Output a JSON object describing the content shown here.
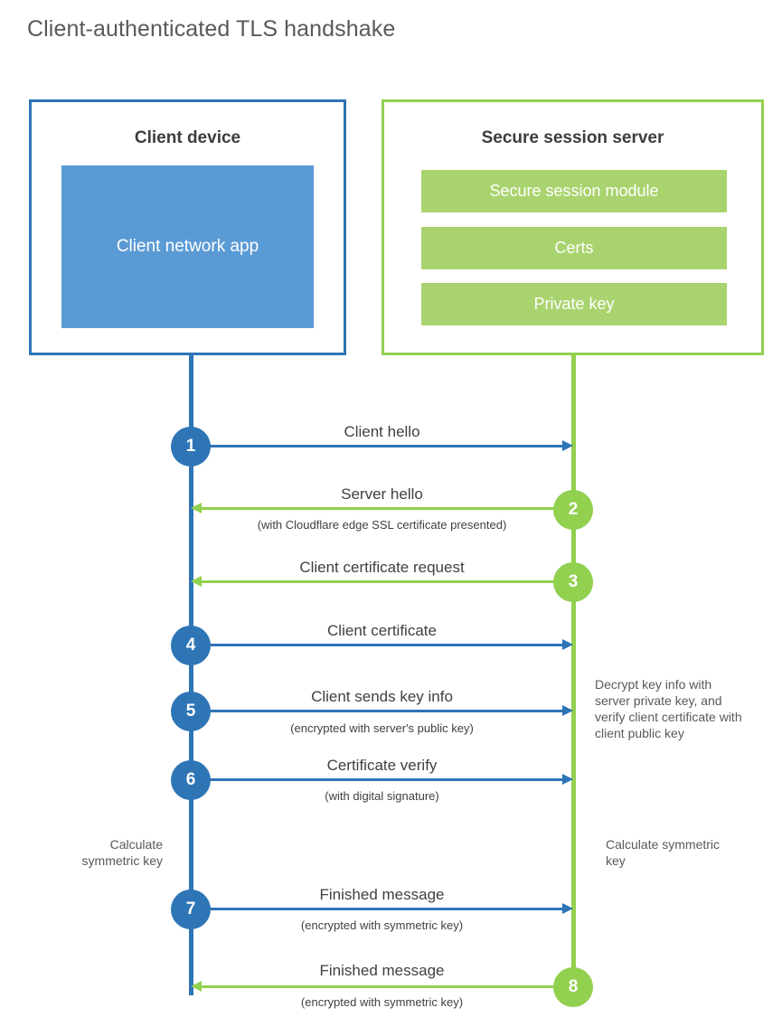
{
  "title": "Client-authenticated TLS handshake",
  "colors": {
    "blue_border": "#2e75b6",
    "blue_fill": "#5b9bd5",
    "green_border": "#92d050",
    "green_fill": "#a9d36e",
    "text_dark": "#3d3d3d",
    "text_body": "#404040",
    "text_muted": "#595959"
  },
  "client": {
    "title": "Client device",
    "app_label": "Client network app"
  },
  "server": {
    "title": "Secure session server",
    "modules": [
      {
        "label": "Secure session module"
      },
      {
        "label": "Certs"
      },
      {
        "label": "Private key"
      }
    ]
  },
  "notes": {
    "server_decrypt": "Decrypt key info with server private key, and verify client certificate with client public key",
    "client_calc_symmetric": "Calculate symmetric key",
    "server_calc_symmetric": "Calculate symmetric key"
  },
  "steps": [
    {
      "number": "1",
      "label": "Client hello",
      "sublabel": "",
      "direction": "client-to-server",
      "color": "blue"
    },
    {
      "number": "2",
      "label": "Server hello",
      "sublabel": "(with Cloudflare edge SSL certificate presented)",
      "direction": "server-to-client",
      "color": "green"
    },
    {
      "number": "3",
      "label": "Client certificate request",
      "sublabel": "",
      "direction": "server-to-client",
      "color": "green"
    },
    {
      "number": "4",
      "label": "Client certificate",
      "sublabel": "",
      "direction": "client-to-server",
      "color": "blue"
    },
    {
      "number": "5",
      "label": "Client sends key info",
      "sublabel": "(encrypted with server's public key)",
      "direction": "client-to-server",
      "color": "blue"
    },
    {
      "number": "6",
      "label": "Certificate verify",
      "sublabel": "(with digital signature)",
      "direction": "client-to-server",
      "color": "blue"
    },
    {
      "number": "7",
      "label": "Finished message",
      "sublabel": "(encrypted with symmetric key)",
      "direction": "client-to-server",
      "color": "blue"
    },
    {
      "number": "8",
      "label": "Finished message",
      "sublabel": "(encrypted with symmetric key)",
      "direction": "server-to-client",
      "color": "green"
    }
  ]
}
